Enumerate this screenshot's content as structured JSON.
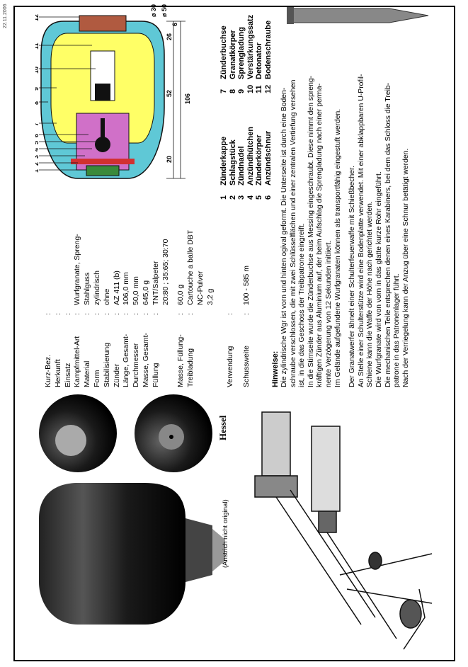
{
  "spec": {
    "rows": [
      {
        "label": "Kurz-Bez.",
        "sep": ":",
        "value": ""
      },
      {
        "label": "Herkunft",
        "sep": ":",
        "value": ""
      },
      {
        "label": "Einsatz",
        "sep": ":",
        "value": ""
      },
      {
        "label": "Kampfmittel-Art",
        "sep": ":",
        "value": "Wurfgranate, Spreng-"
      },
      {
        "label": "Material",
        "sep": ":",
        "value": "Stahlguss"
      },
      {
        "label": "Form",
        "sep": ":",
        "value": "zylindrisch"
      },
      {
        "label": "Stabilisierung",
        "sep": ":",
        "value": "ohne"
      },
      {
        "label": "Zünder",
        "sep": ":",
        "value": "AZ 411 (b)"
      },
      {
        "label": "Länge, Gesamt-",
        "sep": ":",
        "value": "106,0  mm"
      },
      {
        "label": "Durchmesser",
        "sep": ":",
        "value": "50,0  mm"
      },
      {
        "label": "Masse, Gesamt-",
        "sep": ":",
        "value": "645,0  g"
      },
      {
        "label": "Füllung",
        "sep": ":",
        "value": "TNT/Salpeter"
      },
      {
        "label": "",
        "sep": "",
        "value": "20:80 ; 35:65; 30:70"
      },
      {
        "label": "Masse, Füllung-",
        "sep": ":",
        "value": "60,0  g"
      },
      {
        "label": "Treibladung",
        "sep": ":",
        "value": "Cartouche a balle DBT"
      },
      {
        "label": "",
        "sep": "",
        "value": "NC-Pulver"
      },
      {
        "label": "",
        "sep": "",
        "value": "3,2  g"
      },
      {
        "label": "Verwendung",
        "sep": ":",
        "value": ""
      },
      {
        "label": "Schussweite",
        "sep": ":",
        "value": "100 - 585 m"
      }
    ]
  },
  "legend": [
    {
      "num": "1",
      "name": "Zünderkappe"
    },
    {
      "num": "2",
      "name": "Schlagstück"
    },
    {
      "num": "3",
      "name": "Zündnadel"
    },
    {
      "num": "4",
      "name": "Anzündhütchen"
    },
    {
      "num": "5",
      "name": "Zünderkörper"
    },
    {
      "num": "6",
      "name": "Anzündschnur"
    },
    {
      "num": "7",
      "name": "Zünderbuchse"
    },
    {
      "num": "8",
      "name": "Granatkörper"
    },
    {
      "num": "9",
      "name": "Sprengladung"
    },
    {
      "num": "10",
      "name": "Verstärkungssatz"
    },
    {
      "num": "11",
      "name": "Detonator"
    },
    {
      "num": "12",
      "name": "Bodenschraube"
    }
  ],
  "diagram": {
    "dims": {
      "d20": "20",
      "d52": "52",
      "d26": "26",
      "d6": "6",
      "d106": "106",
      "dia30": "ø 30",
      "dia50": "ø 50"
    },
    "numbers": [
      "1",
      "2",
      "3",
      "4",
      "5",
      "6",
      "7",
      "8",
      "9",
      "10",
      "11",
      "12"
    ]
  },
  "photo": {
    "caption": "(Anstrich nicht original)",
    "logo": "Hessel"
  },
  "notes": {
    "heading": "Hinweise:",
    "lines": [
      "Die zylindrische Wgr ist vorn und hinten ogival geformt. Die Unterseite ist durch eine Boden-",
      "schraube verschlossen, die mit zwei Schlüsselflächen und einer zentralen Vertiefung versehen",
      "ist, in die das Geschoss der Treibpatrone eingreift.",
      "In die Stirnseite wurde die Zünderbuchse aus Messing eingeschraubt. Diese nimmt den spreng-",
      "kräftigen Zünder aus Aluminium auf, der beim Aufschlag die Sprengladung nach einer perma-",
      "nente Verzögerung von 12 Sekunden initiiert.",
      "Im Gelände aufgefundene Wurfgranaten können als transportfähig eingestuft werden.",
      "",
      "Der Granatwerfer ähnelt einer Schulterfeuerwaffe mit Schießbecher.",
      "An Stelle einer Schulterstütze wird eine Bodenplatte verwendet. Mit einer abklappbaren U-Profil-",
      "Schiene kann die Waffe der Höhe nach gerichtet werden.",
      "Die Wurfgranate wird von vorn in das glatte kurze Rohr eingeführt.",
      "Die mechanischen Teile entsprechen denen eines Karabiners, bei dem das Schloss die Treib-",
      "patrone in das Patronenlager führt.",
      "Nach der Verriegelung kann  der Anzug über eine Schnur betätigt werden."
    ]
  },
  "edge": {
    "top_left": "22.11.2006",
    "bottom_left": "...."
  },
  "colors": {
    "shell": "#5fc8d6",
    "filling": "#ffff66",
    "fuze": "#d070c8",
    "red": "#d23030",
    "brown": "#b05a40",
    "black": "#111111"
  }
}
